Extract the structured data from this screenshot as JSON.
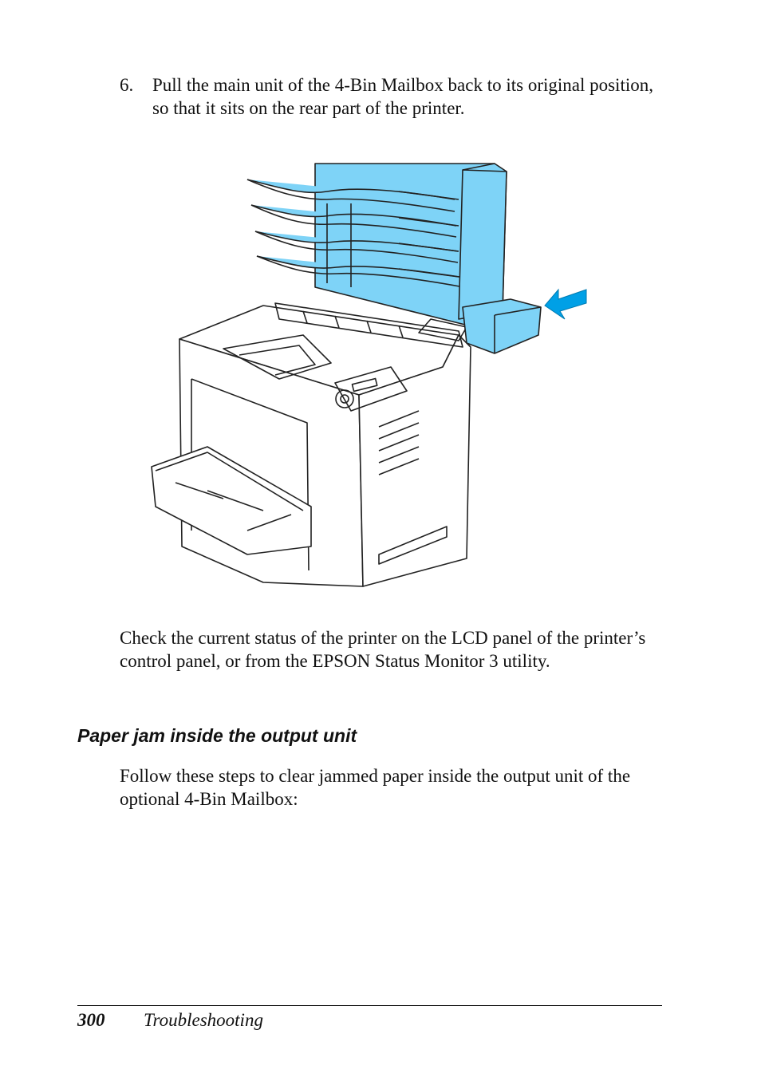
{
  "step": {
    "number": "6.",
    "text": "Pull the main unit of the 4-Bin Mailbox back to its original position, so that it sits on the rear part of the printer."
  },
  "figure": {
    "highlight_color": "#7ed3f7",
    "arrow_color": "#00a0e6",
    "arrow_icon": "arrow-left-icon"
  },
  "paragraph1": "Check the current status of the printer on the LCD panel of the printer’s control panel, or from the EPSON Status Monitor 3 utility.",
  "heading": "Paper jam inside the output unit",
  "paragraph2": "Follow these steps to clear jammed paper inside the output unit of the optional 4-Bin Mailbox:",
  "footer": {
    "page_number": "300",
    "section": "Troubleshooting"
  }
}
